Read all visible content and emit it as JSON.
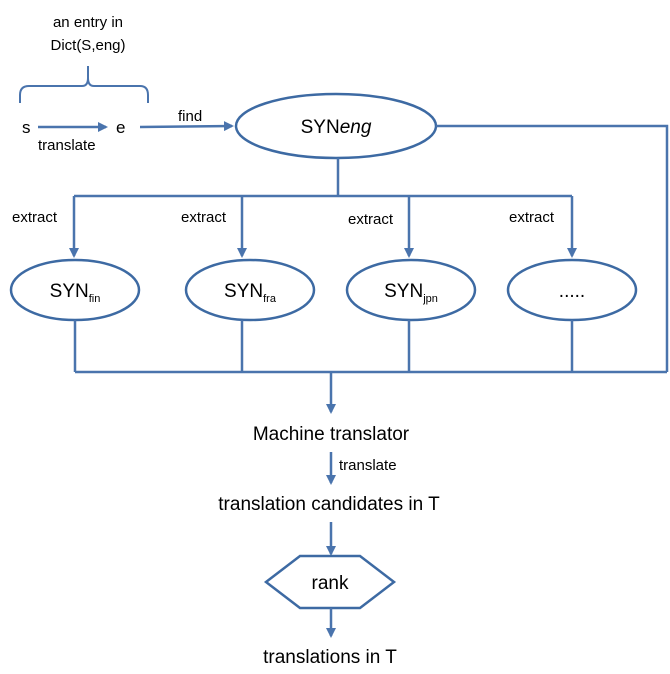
{
  "entry_label_line1": "an entry in",
  "entry_label_line2": "Dict(S,eng)",
  "source_symbol": "s",
  "english_symbol": "e",
  "translate_label": "translate",
  "find_label": "find",
  "syn_eng": {
    "prefix": "SYN",
    "italic": "eng"
  },
  "extract_label": "extract",
  "languages": [
    {
      "prefix": "SYN",
      "sub": "fin"
    },
    {
      "prefix": "SYN",
      "sub": "fra"
    },
    {
      "prefix": "SYN",
      "sub": "jpn"
    },
    {
      "prefix": "",
      "sub": "....."
    }
  ],
  "machine_translator": "Machine translator",
  "translate_label_2": "translate",
  "candidates": "translation candidates in T",
  "rank": "rank",
  "final": "translations in T",
  "colors": {
    "line": "#4a74ad",
    "stroke": "#3d6aa3"
  }
}
